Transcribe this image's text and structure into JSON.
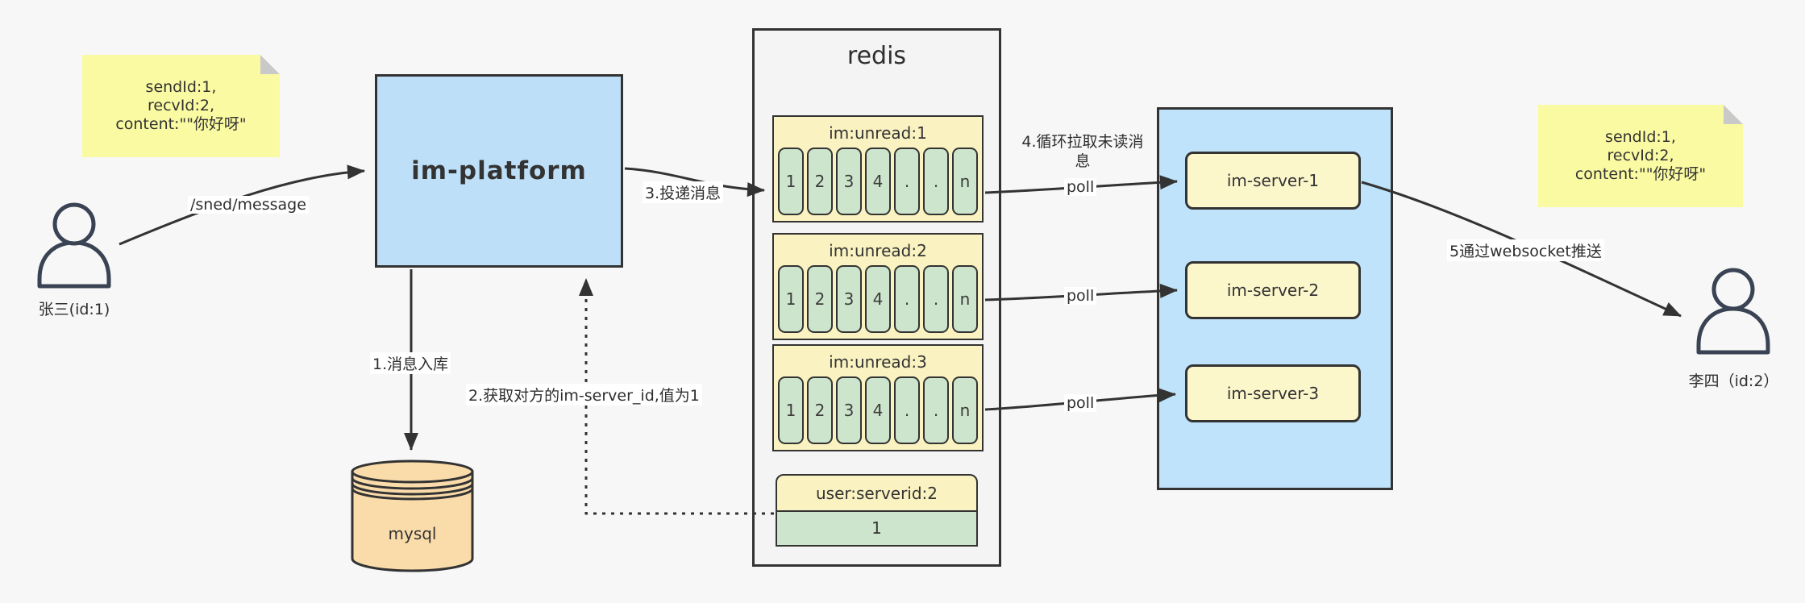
{
  "canvas": {
    "bg": "#f7f7f7"
  },
  "colors": {
    "border": "#333333",
    "platform_fill": "#bddff7",
    "servers_fill": "#bee3fa",
    "note_fill": "#fafaa2",
    "note_fold": "#c9c9c9",
    "queue_fill": "#faf2c0",
    "server_box_fill": "#fcf6cb",
    "cell_fill": "#cde5cc",
    "mysql_fill": "#fadcab",
    "redis_fill": "#f4f4f5",
    "arrow": "#333333",
    "person_stroke": "#394353"
  },
  "notes": {
    "left": {
      "lines": [
        "sendId:1,",
        "recvId:2,",
        "content:\"\"你好呀\""
      ]
    },
    "right": {
      "lines": [
        "sendId:1,",
        "recvId:2,",
        "content:\"\"你好呀\""
      ]
    }
  },
  "actors": {
    "sender": {
      "label": "张三(id:1)"
    },
    "receiver": {
      "label": "李四（id:2）"
    }
  },
  "platform": {
    "label": "im-platform"
  },
  "database": {
    "label": "mysql"
  },
  "redis": {
    "title": "redis",
    "queues": [
      {
        "label": "im:unread:1",
        "cells": [
          "1",
          "2",
          "3",
          "4",
          ".",
          ".",
          "n"
        ]
      },
      {
        "label": "im:unread:2",
        "cells": [
          "1",
          "2",
          "3",
          "4",
          ".",
          ".",
          "n"
        ]
      },
      {
        "label": "im:unread:3",
        "cells": [
          "1",
          "2",
          "3",
          "4",
          ".",
          ".",
          "n"
        ]
      }
    ],
    "mapping": {
      "label": "user:serverid:2",
      "value": "1"
    }
  },
  "servers": [
    {
      "label": "im-server-1"
    },
    {
      "label": "im-server-2"
    },
    {
      "label": "im-server-3"
    }
  ],
  "labels": {
    "send_api": "/sned/message",
    "step1": "1.消息入库",
    "step2": "2.获取对方的im-server_id,值为1",
    "step3": "3.投递消息",
    "step4": "4.循环拉取未读消息",
    "step5": "5通过websocket推送",
    "poll1": "poll",
    "poll2": "poll",
    "poll3": "poll"
  }
}
